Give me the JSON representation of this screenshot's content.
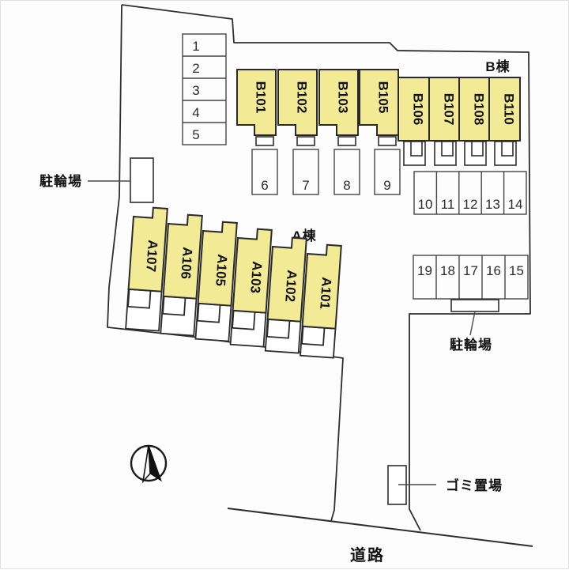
{
  "plan": {
    "building_b_label": "B棟",
    "building_a_label": "A棟",
    "bicycle_left_label": "駐輪場",
    "bicycle_right_label": "駐輪場",
    "garbage_label": "ゴミ置場",
    "road_label": "道路",
    "b_units_large": [
      "B101",
      "B102",
      "B103",
      "B105"
    ],
    "b_units_small": [
      "B106",
      "B107",
      "B108",
      "B110"
    ],
    "a_units": [
      "A107",
      "A106",
      "A105",
      "A103",
      "A102",
      "A101"
    ],
    "parking_col_left": [
      "1",
      "2",
      "3",
      "4",
      "5"
    ],
    "parking_row_mid": [
      "6",
      "7",
      "8",
      "9"
    ],
    "parking_row_upper_right": [
      "10",
      "11",
      "12",
      "13",
      "14"
    ],
    "parking_row_lower_right": [
      "19",
      "18",
      "17",
      "16",
      "15"
    ],
    "colors": {
      "unit_fill": "#f3ea96",
      "line": "#2e2e2e",
      "background": "#fdfdfd"
    }
  }
}
